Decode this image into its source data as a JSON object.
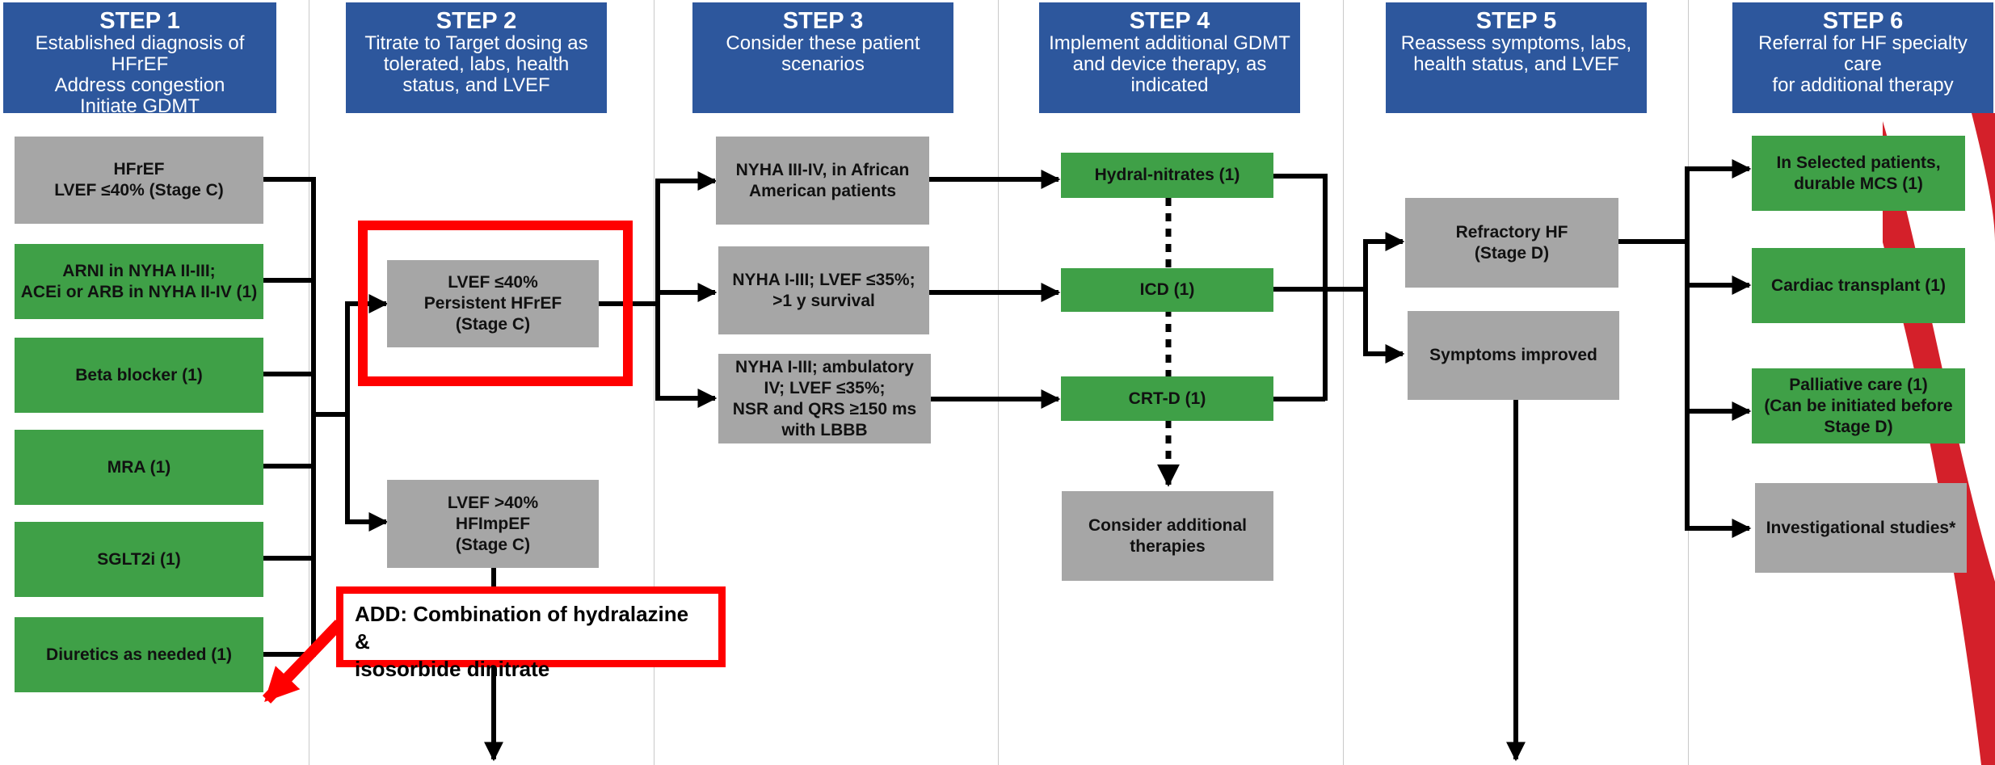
{
  "colors": {
    "header_bg": "#2d579d",
    "header_text": "#ffffff",
    "box_green": "#3fa047",
    "box_gray": "#a6a6a6",
    "highlight_red": "#ff0000",
    "background_accent_red": "#d4202a",
    "connector": "#000000"
  },
  "steps": [
    {
      "label": "STEP 1",
      "desc": "Established diagnosis of HFrEF\nAddress congestion\nInitiate GDMT"
    },
    {
      "label": "STEP 2",
      "desc": "Titrate to Target dosing as\ntolerated, labs, health\nstatus, and LVEF"
    },
    {
      "label": "STEP 3",
      "desc": "Consider these patient\nscenarios"
    },
    {
      "label": "STEP 4",
      "desc": "Implement additional GDMT\nand device therapy, as\nindicated"
    },
    {
      "label": "STEP 5",
      "desc": "Reassess symptoms, labs,\nhealth status, and LVEF"
    },
    {
      "label": "STEP 6",
      "desc": "Referral for HF specialty care\nfor additional therapy"
    }
  ],
  "boxes": {
    "hfref": "HFrEF\nLVEF ≤40% (Stage C)",
    "arni": "ARNI in NYHA II-III;\nACEi or ARB in NYHA II-IV (1)",
    "beta": "Beta blocker (1)",
    "mra": "MRA (1)",
    "sglt2i": "SGLT2i (1)",
    "diuretics": "Diuretics as needed (1)",
    "persistent": "LVEF ≤40%\nPersistent HFrEF\n(Stage C)",
    "hfimpef": "LVEF >40%\nHFImpEF\n(Stage C)",
    "nyha_aa": "NYHA III-IV, in African\nAmerican patients",
    "nyha_icd": "NYHA I-III; LVEF ≤35%;\n>1 y survival",
    "nyha_crt": "NYHA I-III; ambulatory\nIV; LVEF ≤35%;\nNSR and QRS ≥150 ms\nwith LBBB",
    "hydral": "Hydral-nitrates (1)",
    "icd": "ICD (1)",
    "crtd": "CRT-D (1)",
    "consider": "Consider additional\ntherapies",
    "refractory": "Refractory HF\n(Stage D)",
    "improved": "Symptoms improved",
    "mcs": "In Selected patients,\ndurable MCS (1)",
    "transplant": "Cardiac transplant (1)",
    "palliative": "Palliative care (1)\n(Can be initiated before\nStage D)",
    "investigational": "Investigational studies*"
  },
  "annotation": {
    "text": "ADD: Combination of hydralazine &\nisosorbide dinitrate"
  }
}
